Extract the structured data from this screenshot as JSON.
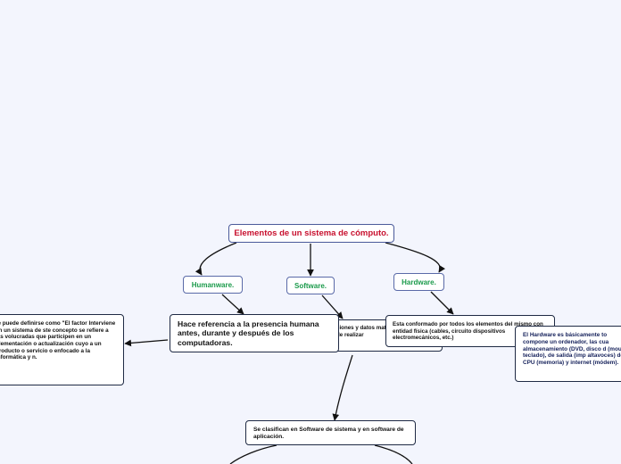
{
  "diagram": {
    "root": {
      "label": "Elementos de un sistema de cómputo."
    },
    "branches": [
      {
        "label": "Humanware."
      },
      {
        "label": "Software."
      },
      {
        "label": "Hardware."
      }
    ],
    "humanware": {
      "description": "Hace referencia a la presencia humana antes, durante y después de los computadoras.",
      "detail": "re puede definirse como \"El factor  Interviene en un sistema de ste concepto se refiere a las volucradas que participen en un plementación  o actualización cuyo a un producto o servicio o enfocado  a la informática y n."
    },
    "software": {
      "description": "ciones y datos mato electrónic odo de realizar",
      "classification": "Se clasifican en Software de sistema y en software de aplicación."
    },
    "hardware": {
      "description": "Esta conformado por todos los elementos del mismo con entidad física (cables, circuito dispositivos electromecánicos, etc.)",
      "detail": "El Hardware es básicamente to compone un ordenador, las cua almacenamiento (DVD, disco d (mouse, teclado), de salida (imp altavoces) de CPU (memoria) y internet (módem)."
    }
  },
  "colors": {
    "background": "#f3f5fd",
    "root_text": "#c8102e",
    "branch_text": "#1a9a4a",
    "border": "#1f2a44",
    "connector": "#111111"
  }
}
